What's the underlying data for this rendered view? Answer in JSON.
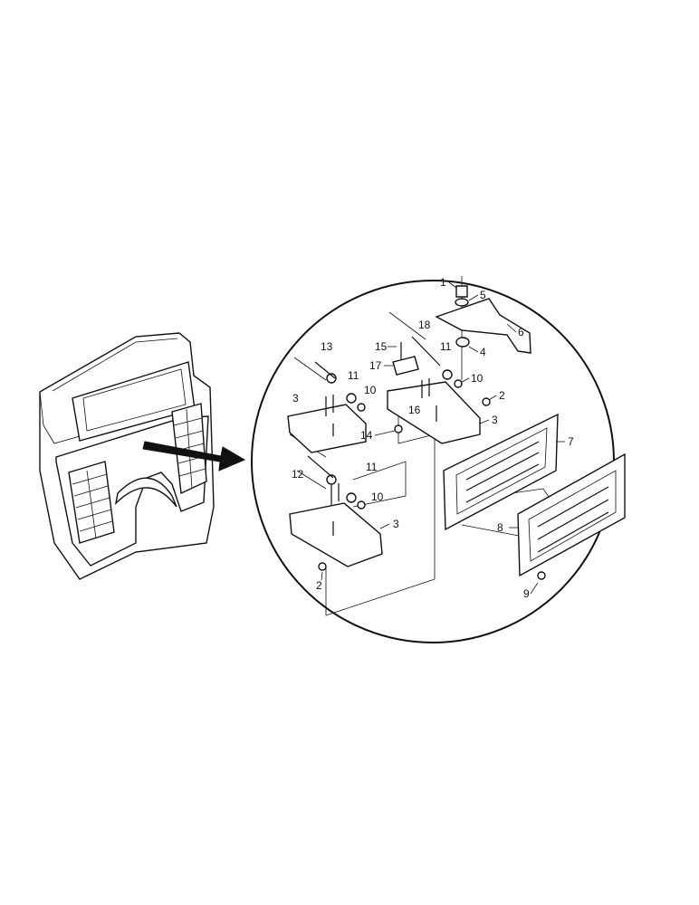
{
  "diagram": {
    "callouts": {
      "c1": "1",
      "c2a": "2",
      "c2b": "2",
      "c3a": "3",
      "c3b": "3",
      "c3c": "3",
      "c4": "4",
      "c5": "5",
      "c6": "6",
      "c7": "7",
      "c8": "8",
      "c9": "9",
      "c10a": "10",
      "c10b": "10",
      "c10c": "10",
      "c11a": "11",
      "c11b": "11",
      "c11c": "11",
      "c12": "12",
      "c13": "13",
      "c14": "14",
      "c15": "15",
      "c16": "16",
      "c17": "17",
      "c18": "18"
    }
  }
}
